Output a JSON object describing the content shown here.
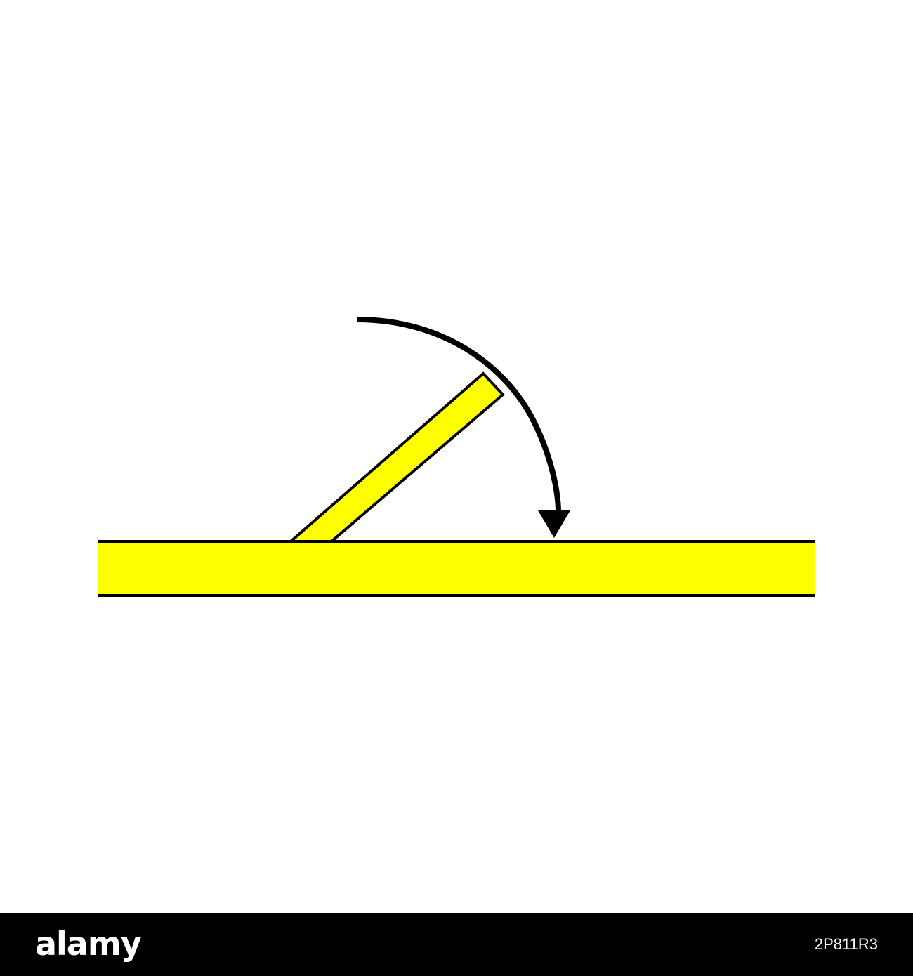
{
  "diagram": {
    "colors": {
      "fill": "#ffff00",
      "stroke": "#000000",
      "background": "#ffffff"
    },
    "parts": [
      {
        "name": "base-plate",
        "shape": "horizontal-bar"
      },
      {
        "name": "hinged-flap",
        "shape": "angled-bar",
        "angle_deg": 45
      },
      {
        "name": "fold-arrow",
        "shape": "arc-arrow",
        "direction": "clockwise-down"
      }
    ]
  },
  "footer": {
    "logo": "alamy",
    "image_id": "2P811R3",
    "colors": {
      "background": "#000000",
      "text": "#ffffff"
    }
  }
}
